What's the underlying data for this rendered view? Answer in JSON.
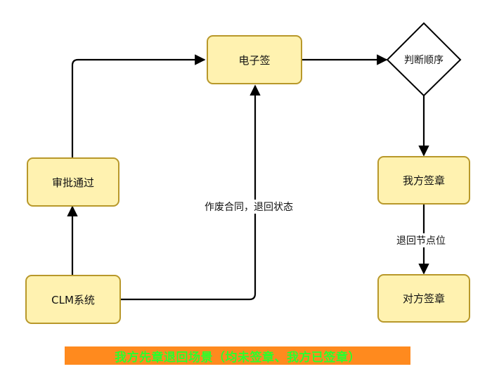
{
  "diagram": {
    "nodes": {
      "esign": "电子签",
      "approval": "审批通过",
      "clm": "CLM系统",
      "decision": "判断顺序",
      "our_sign": "我方签章",
      "their_sign": "对方签章"
    },
    "edge_labels": {
      "void": "作废合同，退回状态",
      "return_node": "退回节点位"
    }
  },
  "caption": "我方先章退回场景（均未签章、我方已签章）",
  "colors": {
    "node_fill": "#fff2b0",
    "node_border": "#b8982a",
    "caption_bg": "#ff8a1e",
    "caption_text": "#2bff2b"
  }
}
